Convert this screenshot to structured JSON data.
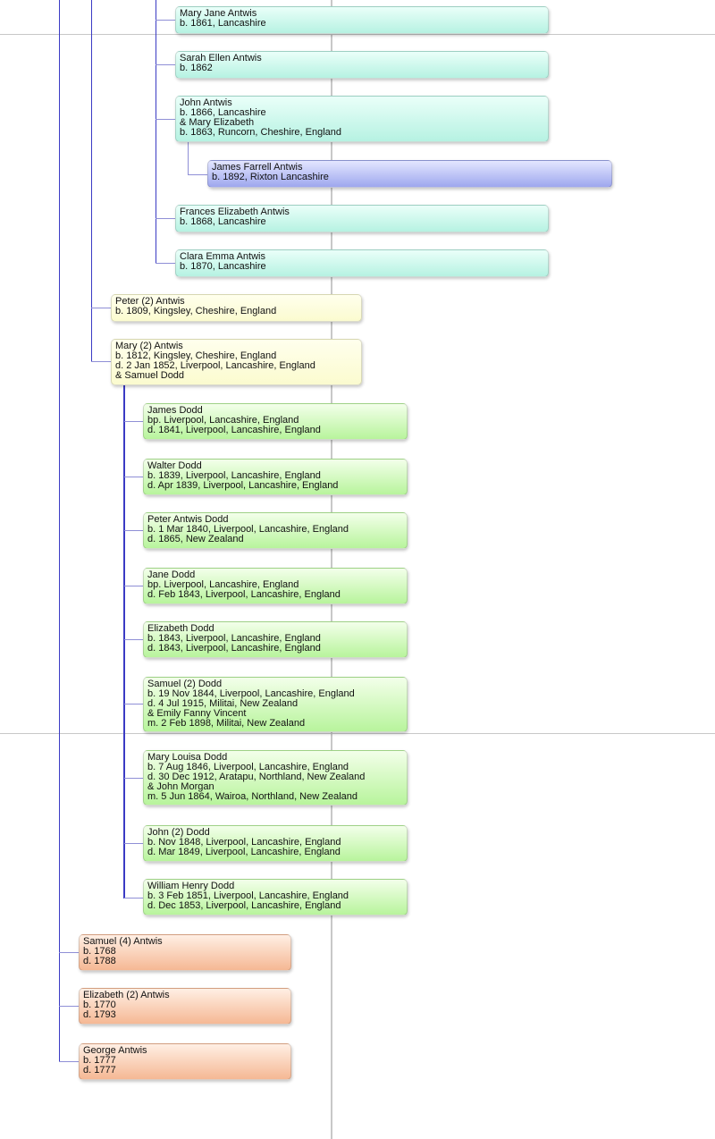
{
  "colors": {
    "teal": "#b6f2e2",
    "blue": "#9ea7ee",
    "yellow": "#fbfbcf",
    "green": "#b8f49c",
    "orange": "#f5b894",
    "connector": "#3b3bc4",
    "gridline": "#c8c8c8"
  },
  "people": [
    {
      "name": "Mary Jane Antwis",
      "details": [
        "b. 1861, Lancashire"
      ]
    },
    {
      "name": "Sarah Ellen Antwis",
      "details": [
        "b. 1862"
      ]
    },
    {
      "name": "John Antwis",
      "details": [
        "b. 1866, Lancashire",
        "& Mary Elizabeth",
        "b. 1863, Runcorn, Cheshire, England"
      ]
    },
    {
      "name": "James Farrell Antwis",
      "details": [
        "b. 1892, Rixton Lancashire"
      ]
    },
    {
      "name": "Frances Elizabeth Antwis",
      "details": [
        "b. 1868, Lancashire"
      ]
    },
    {
      "name": "Clara Emma Antwis",
      "details": [
        "b. 1870, Lancashire"
      ]
    },
    {
      "name": "Peter (2) Antwis",
      "details": [
        "b. 1809, Kingsley, Cheshire, England"
      ]
    },
    {
      "name": "Mary (2) Antwis",
      "details": [
        "b. 1812, Kingsley, Cheshire, England",
        "d. 2 Jan 1852, Liverpool, Lancashire, England",
        "& Samuel Dodd"
      ]
    },
    {
      "name": "James Dodd",
      "details": [
        "bp. Liverpool, Lancashire, England",
        "d. 1841, Liverpool, Lancashire, England"
      ]
    },
    {
      "name": "Walter Dodd",
      "details": [
        "b. 1839, Liverpool, Lancashire, England",
        "d. Apr 1839, Liverpool, Lancashire, England"
      ]
    },
    {
      "name": "Peter Antwis Dodd",
      "details": [
        "b. 1 Mar 1840, Liverpool, Lancashire, England",
        "d. 1865, New Zealand"
      ]
    },
    {
      "name": "Jane Dodd",
      "details": [
        "bp. Liverpool, Lancashire, England",
        "d. Feb 1843, Liverpool, Lancashire, England"
      ]
    },
    {
      "name": "Elizabeth Dodd",
      "details": [
        "b. 1843, Liverpool, Lancashire, England",
        "d. 1843, Liverpool, Lancashire, England"
      ]
    },
    {
      "name": "Samuel (2) Dodd",
      "details": [
        "b. 19 Nov 1844, Liverpool, Lancashire, England",
        "d. 4 Jul 1915, Militai, New Zealand",
        "& Emily Fanny Vincent",
        "m. 2 Feb 1898, Militai, New Zealand"
      ]
    },
    {
      "name": "Mary Louisa Dodd",
      "details": [
        "b. 7 Aug 1846, Liverpool, Lancashire, England",
        "d. 30 Dec 1912, Aratapu, Northland, New Zealand",
        "& John Morgan",
        "m. 5 Jun 1864, Wairoa, Northland, New Zealand"
      ]
    },
    {
      "name": "John (2) Dodd",
      "details": [
        "b. Nov 1848, Liverpool, Lancashire, England",
        "d. Mar 1849, Liverpool, Lancashire, England"
      ]
    },
    {
      "name": "William Henry Dodd",
      "details": [
        "b. 3 Feb 1851, Liverpool, Lancashire, England",
        "d. Dec 1853, Liverpool, Lancashire, England"
      ]
    },
    {
      "name": "Samuel (4) Antwis",
      "details": [
        "b. 1768",
        "d. 1788"
      ]
    },
    {
      "name": "Elizabeth (2) Antwis",
      "details": [
        "b. 1770",
        "d. 1793"
      ]
    },
    {
      "name": "George Antwis",
      "details": [
        "b. 1777",
        "d. 1777"
      ]
    }
  ]
}
